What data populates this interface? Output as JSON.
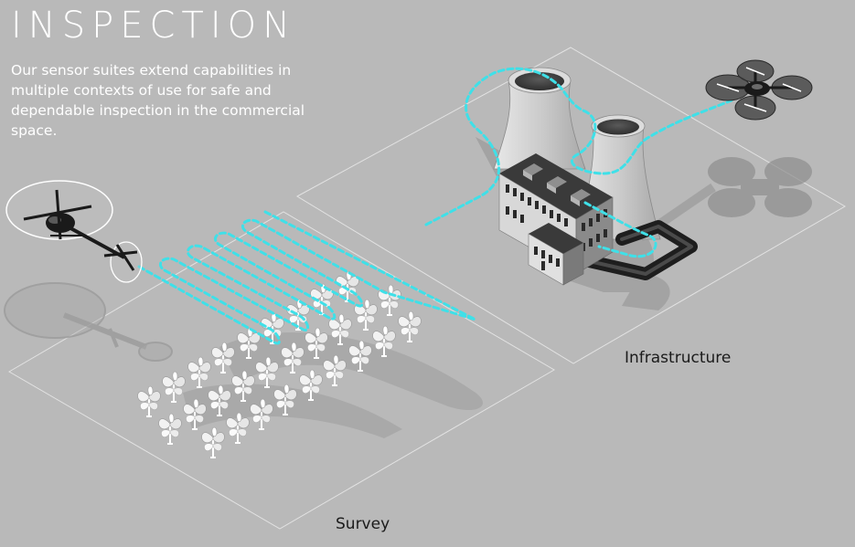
{
  "header": {
    "title": "INSPECTION",
    "description": "Our sensor suites extend capabilities in multiple contexts of use for safe and dependable inspection in the commercial space."
  },
  "zones": {
    "infrastructure_label": "Infrastructure",
    "survey_label": "Survey"
  },
  "colors": {
    "background": "#b9b9b9",
    "flight_path": "#3fe0e8",
    "text_light": "#ffffff",
    "text_dark": "#1b1b1b"
  },
  "icons": [
    "helicopter-icon",
    "quadcopter-drone-icon",
    "factory-icon",
    "cooling-tower-icon",
    "plant-icon",
    "pipe-icon"
  ]
}
